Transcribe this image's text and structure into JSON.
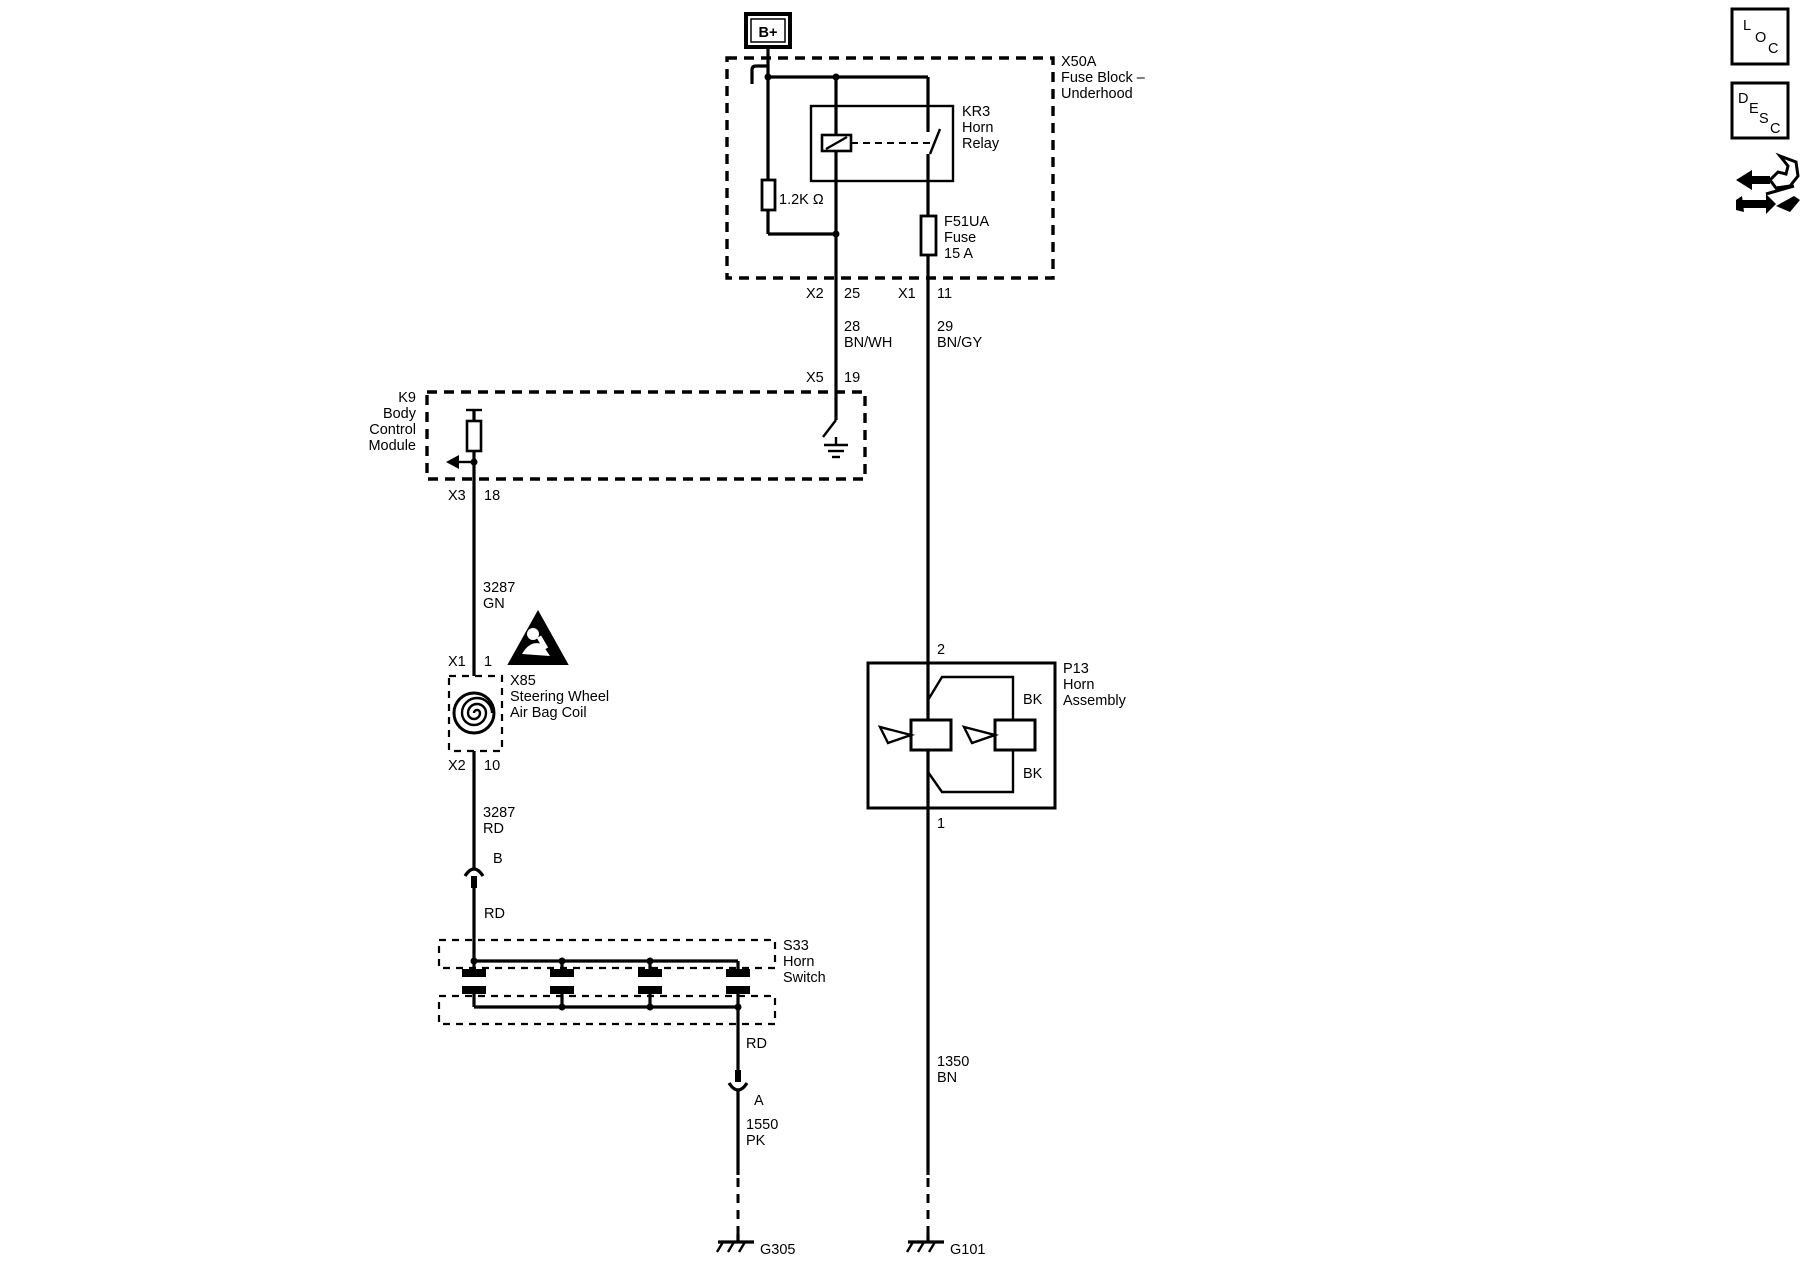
{
  "power": {
    "label": "B+"
  },
  "fuse_block": {
    "id": "X50A",
    "name_1": "Fuse Block –",
    "name_2": "Underhood"
  },
  "relay": {
    "id": "KR3",
    "name_1": "Horn",
    "name_2": "Relay"
  },
  "resistor": {
    "value": "1.2K Ω"
  },
  "fuse": {
    "id": "F51UA",
    "name": "Fuse",
    "rating": "15 A"
  },
  "connectors": {
    "x2": "X2",
    "x2_pin": "25",
    "x1": "X1",
    "x1_pin": "11",
    "x5": "X5",
    "x5_pin": "19",
    "x3": "X3",
    "x3_pin": "18",
    "coil_x1": "X1",
    "coil_x1_pin": "1",
    "coil_x2": "X2",
    "coil_x2_pin": "10",
    "inline_b": "B",
    "inline_a": "A"
  },
  "wires": {
    "w28_num": "28",
    "w28_color": "BN/WH",
    "w29_num": "29",
    "w29_color": "BN/GY",
    "w3287a_num": "3287",
    "w3287a_color": "GN",
    "w3287b_num": "3287",
    "w3287b_color": "RD",
    "rd_1": "RD",
    "rd_2": "RD",
    "w1550_num": "1550",
    "w1550_color": "PK",
    "w1350_num": "1350",
    "w1350_color": "BN"
  },
  "bcm": {
    "id": "K9",
    "name_1": "Body",
    "name_2": "Control",
    "name_3": "Module"
  },
  "airbag_coil": {
    "id": "X85",
    "name_1": "Steering Wheel",
    "name_2": "Air Bag Coil"
  },
  "horn_switch": {
    "id": "S33",
    "name_1": "Horn",
    "name_2": "Switch"
  },
  "horn_assembly": {
    "id": "P13",
    "name_1": "Horn",
    "name_2": "Assembly",
    "pin_top": "2",
    "pin_bottom": "1",
    "lead_top": "BK",
    "lead_bottom": "BK"
  },
  "grounds": {
    "g305": "G305",
    "g101": "G101"
  },
  "side_icons": {
    "loc": {
      "l1": "L",
      "l2": "O",
      "l3": "C"
    },
    "desc": {
      "l1": "D",
      "l2": "E",
      "l3": "S",
      "l4": "C"
    }
  }
}
